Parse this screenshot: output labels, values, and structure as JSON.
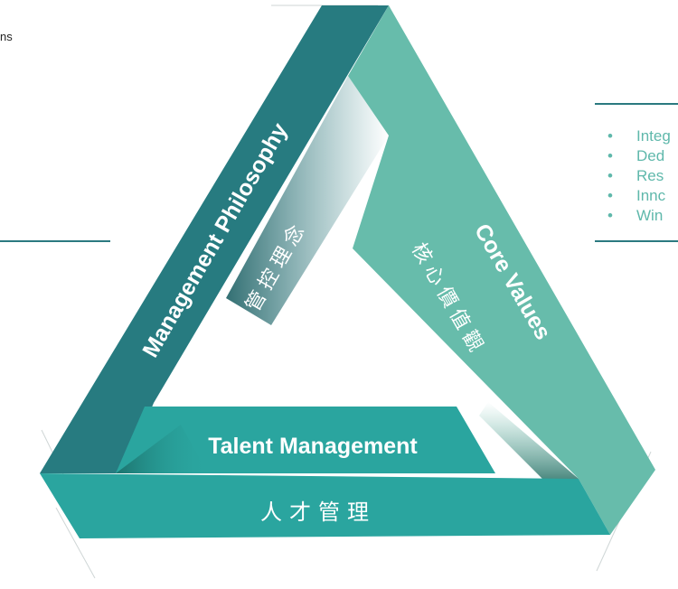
{
  "left_fragment": "ns",
  "core_values_list": [
    "Integ",
    "Ded",
    "Res",
    "Innc",
    "Win"
  ],
  "bullet_char": "•",
  "sides": {
    "management": {
      "en": "Management Philosophy",
      "zh": "管控理念"
    },
    "core_values": {
      "en": "Core Values",
      "zh": "核心價值觀"
    },
    "talent": {
      "en": "Talent Management",
      "zh": "人才管理"
    }
  },
  "colors": {
    "management": "#277b80",
    "core_values": "#67bcab",
    "talent": "#2aa59f",
    "rule": "#2b7a80",
    "list_text": "#5fb8ab"
  }
}
